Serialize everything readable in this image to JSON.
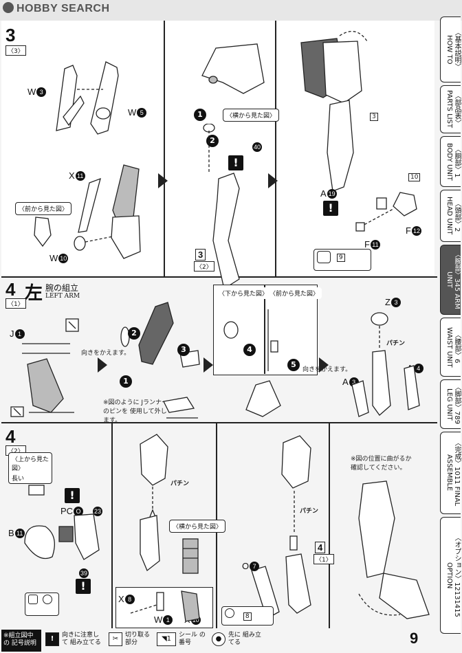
{
  "header": {
    "brand": "HOBBY SEARCH"
  },
  "page_number": "9",
  "tabs": [
    {
      "jp": "〈基本説明〉",
      "en": "HOW TO"
    },
    {
      "jp": "〈部品表〉",
      "en": "PARTS LIST"
    },
    {
      "jp": "〈胴部〉1",
      "en": "BODY UNIT"
    },
    {
      "jp": "〈頭部〉2",
      "en": "HEAD UNIT"
    },
    {
      "jp": "〈腕部〉345",
      "en": "ARM UNIT"
    },
    {
      "jp": "〈腰部〉6",
      "en": "WAIST UNIT"
    },
    {
      "jp": "〈脚部〉789",
      "en": "LEG UNIT"
    },
    {
      "jp": "〈完成〉1011",
      "en": "FINAL ASSEMBLE"
    },
    {
      "jp": "〈オプション〉12131415",
      "en": "OPTION"
    }
  ],
  "step3": {
    "number": "3",
    "sub": "〈3〉",
    "labels": {
      "w3": "W",
      "w3n": "3",
      "w5": "W",
      "w5n": "5",
      "x11": "X",
      "x11n": "11",
      "w10": "W",
      "w10n": "10",
      "a19": "A",
      "a19n": "19",
      "f12": "F",
      "f12n": "12",
      "f11": "F",
      "f11n": "11",
      "p40n": "40",
      "ref3": "3",
      "ref3sub": "〈2〉"
    },
    "callout_front": "〈前から見た図〉",
    "callout_side": "〈横から見た図〉",
    "sticker_3": "3",
    "sticker_10": "10",
    "sticker_9": "9"
  },
  "step4a": {
    "number": "4",
    "sub": "〈1〉",
    "title_kanji": "左",
    "title_jp": "腕の組立",
    "title_en": "LEFT ARM",
    "labels": {
      "j1": "J",
      "j1n": "1",
      "z3": "Z",
      "z3n": "3",
      "a3": "A",
      "a3n": "3",
      "a4": "A",
      "a4n": "4"
    },
    "turn_note": "向きをかえます。",
    "callout_bottom": "〈下から見た図〉",
    "callout_front": "〈前から見た図〉",
    "runner_note": "※図のように Jランナーのピンを 使用して外します。",
    "snap": "パチン"
  },
  "step4b": {
    "number": "4",
    "sub": "〈2〉",
    "callout_top": "〈上から見た図〉",
    "long_label": "長い",
    "callout_side": "〈横から見た図〉",
    "labels": {
      "b11": "B",
      "b11n": "11",
      "pc": "PC",
      "pcn": "O",
      "o23n": "23",
      "i39n": "39",
      "x8": "X",
      "x8n": "8",
      "w1": "W",
      "w1n": "1",
      "x10": "X",
      "x10n": "10",
      "o7": "O",
      "o7n": "7",
      "ref4": "4",
      "ref4sub": "〈1〉"
    },
    "snap": "パチン",
    "check_note": "※図の位置に曲がるか 確認してください。",
    "sticker_8": "8"
  },
  "legend": {
    "title": "※組立図中の 記号説明",
    "items": [
      {
        "text": "向きに注意して 組み立てる"
      },
      {
        "text": "切り取る 部分"
      },
      {
        "text": "シール の番号"
      },
      {
        "text": "先に 組み立てる"
      }
    ]
  }
}
